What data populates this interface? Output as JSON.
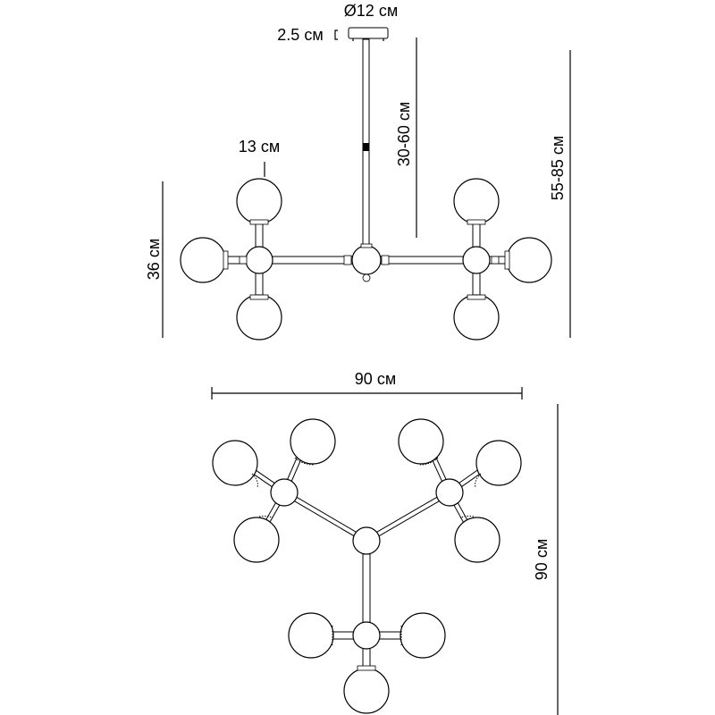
{
  "top_view": {
    "canopy_diameter": "Ø12 см",
    "canopy_height": "2.5 см",
    "rod_length": "30-60 см",
    "total_height": "55-85 см",
    "globe_diameter": "13 см",
    "arm_height": "36 см"
  },
  "bottom_view": {
    "width": "90 см",
    "depth": "90 см"
  }
}
